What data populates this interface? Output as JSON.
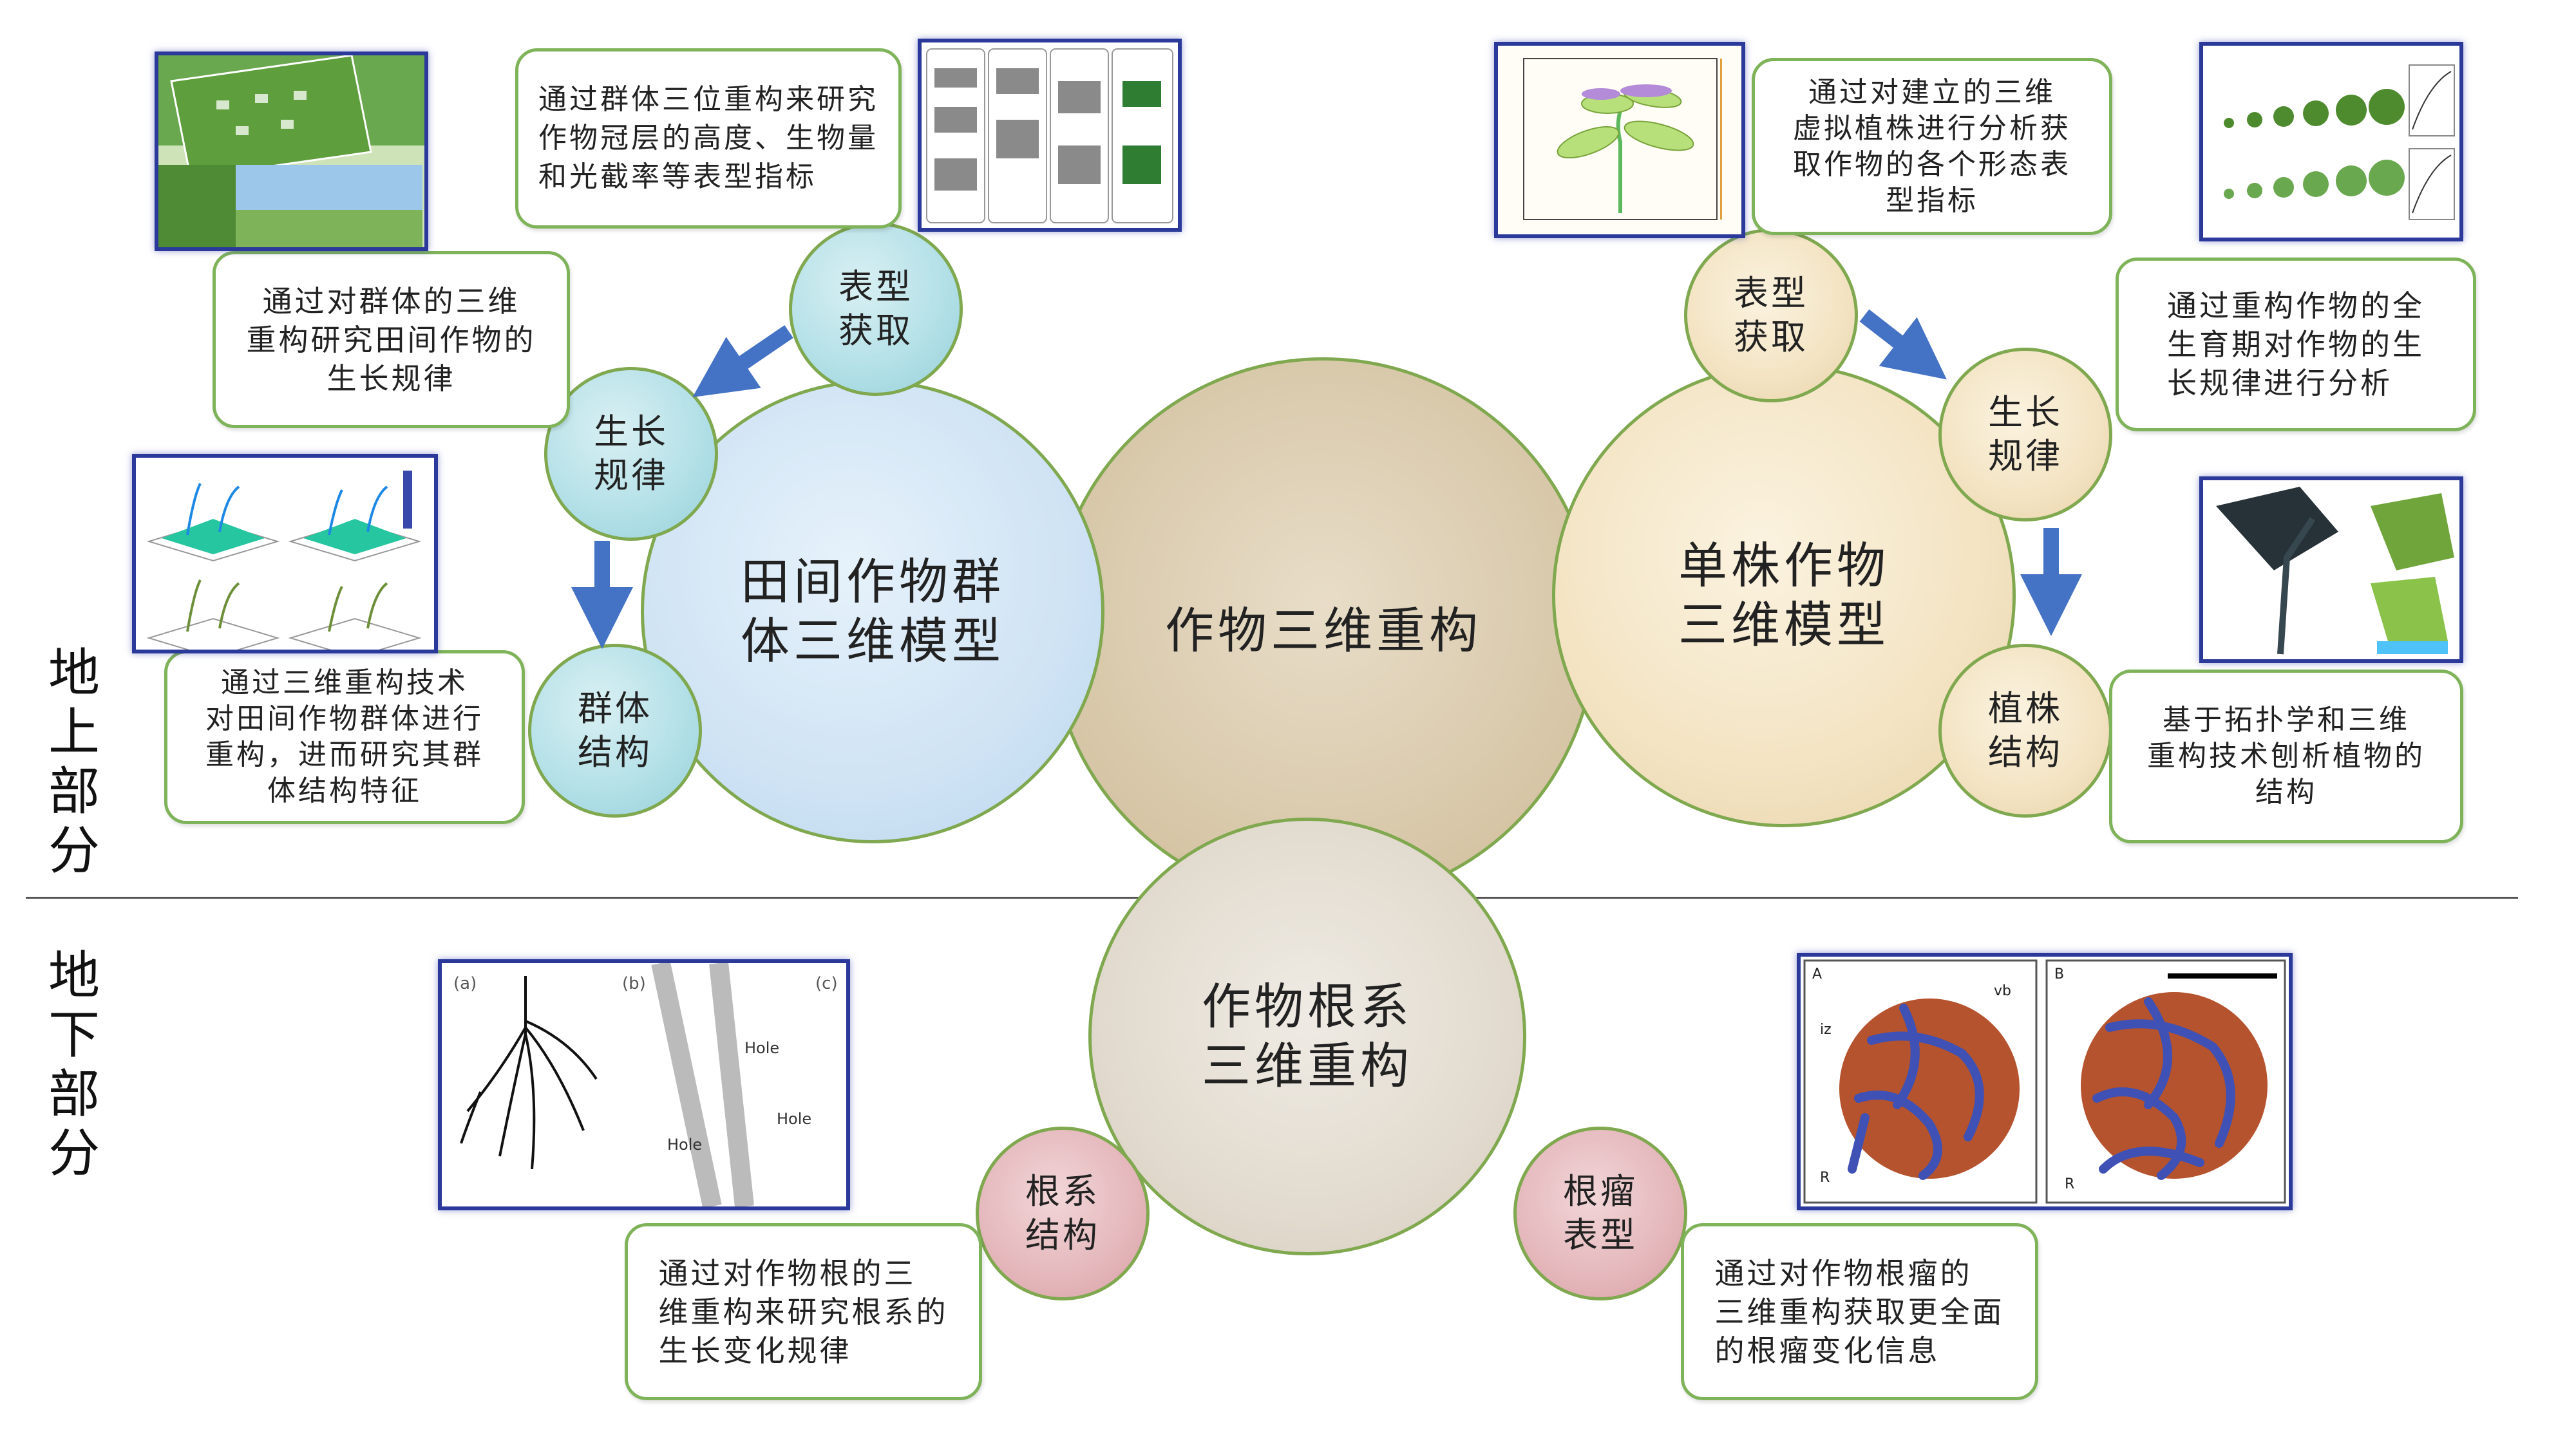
{
  "sections": {
    "above": "地\n上\n部\n分",
    "below": "地\n下\n部\n分"
  },
  "circles": {
    "center": "作物三维重构",
    "field": "田间作物群\n体三维模型",
    "single": "单株作物\n三维模型",
    "root": "作物根系\n三维重构",
    "field_phenotype": "表型\n获取",
    "field_growth": "生长\n规律",
    "field_structure": "群体\n结构",
    "single_phenotype": "表型\n获取",
    "single_growth": "生长\n规律",
    "single_structure": "植株\n结构",
    "root_structure": "根系\n结构",
    "root_nodule": "根瘤\n表型"
  },
  "notes": {
    "field_phenotype": "通过群体三位重构来研究\n作物冠层的高度、生物量\n和光截率等表型指标",
    "field_growth": "通过对群体的三维\n重构研究田间作物的\n生长规律",
    "field_structure": "通过三维重构技术\n对田间作物群体进行\n重构，进而研究其群\n体结构特征",
    "single_phenotype": "通过对建立的三维\n虚拟植株进行分析获\n取作物的各个形态表\n型指标",
    "single_growth": "通过重构作物的全\n生育期对作物的生\n长规律进行分析",
    "single_structure": "基于拓扑学和三维\n重构技术刨析植物的\n结构",
    "root_structure": "通过对作物根的三\n维重构来研究根系的\n生长变化规律",
    "root_nodule": "通过对作物根瘤的\n三维重构获取更全面\n的根瘤变化信息"
  },
  "figures": {
    "root_panels": [
      "(a)",
      "(b)",
      "(c)"
    ],
    "hole": "Hole",
    "nodule_panels": [
      "A",
      "B"
    ],
    "nodule_labels": [
      "iz",
      "vb",
      "R"
    ]
  },
  "colors": {
    "arrow": "#4472c4",
    "box_border": "#7fb35a",
    "thumb_border": "#2b3a9a"
  }
}
